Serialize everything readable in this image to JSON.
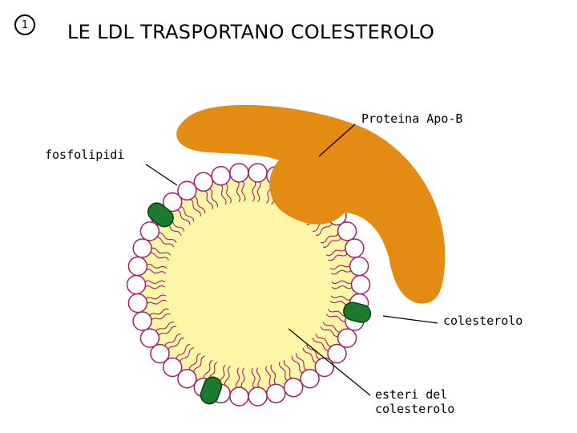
{
  "slide_number": "1",
  "title": "LE LDL TRASPORTANO COLESTEROLO",
  "labels": {
    "apo_b": "Proteina Apo-B",
    "fosfolipidi": "fosfolipidi",
    "colesterolo": "colesterolo",
    "esteri_line1": "esteri del",
    "esteri_line2": "colesterolo"
  },
  "colors": {
    "core": "#fdf6a6",
    "phospholipid_head_fill": "#ffffff",
    "phospholipid_outline": "#a0206e",
    "tail": "#a0206e",
    "protein": "#e38b12",
    "cholesterol": "#1b7a2e"
  }
}
